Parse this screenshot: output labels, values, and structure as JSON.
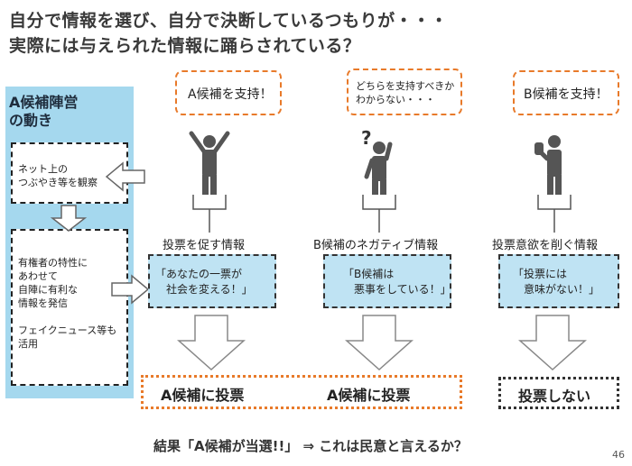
{
  "title": {
    "line1": "自分で情報を選び、自分で決断しているつもりが・・・",
    "line2": "実際には与えられた情報に踊らされている？"
  },
  "campaign": {
    "heading": "A候補陣営\nの動き",
    "step1": "ネット上の\nつぶやき等を観察",
    "step2": "有権者の特性に\nあわせて\n自陣に有利な\n情報を発信\n\nフェイクニュース等も\n活用"
  },
  "voters": [
    {
      "speech": "A候補を支持！",
      "info_label": "投票を促す情報",
      "quote": "「あなたの一票が\n　社会を変える！」",
      "result": "A候補に投票"
    },
    {
      "speech": "どちらを支持すべきか\nわからない・・・",
      "info_label": "B候補のネガティブ情報",
      "quote": "「B候補は\n　悪事をしている！」",
      "result": "A候補に投票"
    },
    {
      "speech": "B候補を支持！",
      "info_label": "投票意欲を削ぐ情報",
      "quote": "「投票には\n　意味がない！」",
      "result": "投票しない"
    }
  ],
  "conclusion": "結果「A候補が当選!!」 ⇒  これは民意と言えるか？",
  "page_number": "46",
  "colors": {
    "panel_blue": "#a5d8ee",
    "quote_blue": "#bfe3f3",
    "accent_orange": "#e87a2a",
    "figure_gray": "#555555"
  }
}
